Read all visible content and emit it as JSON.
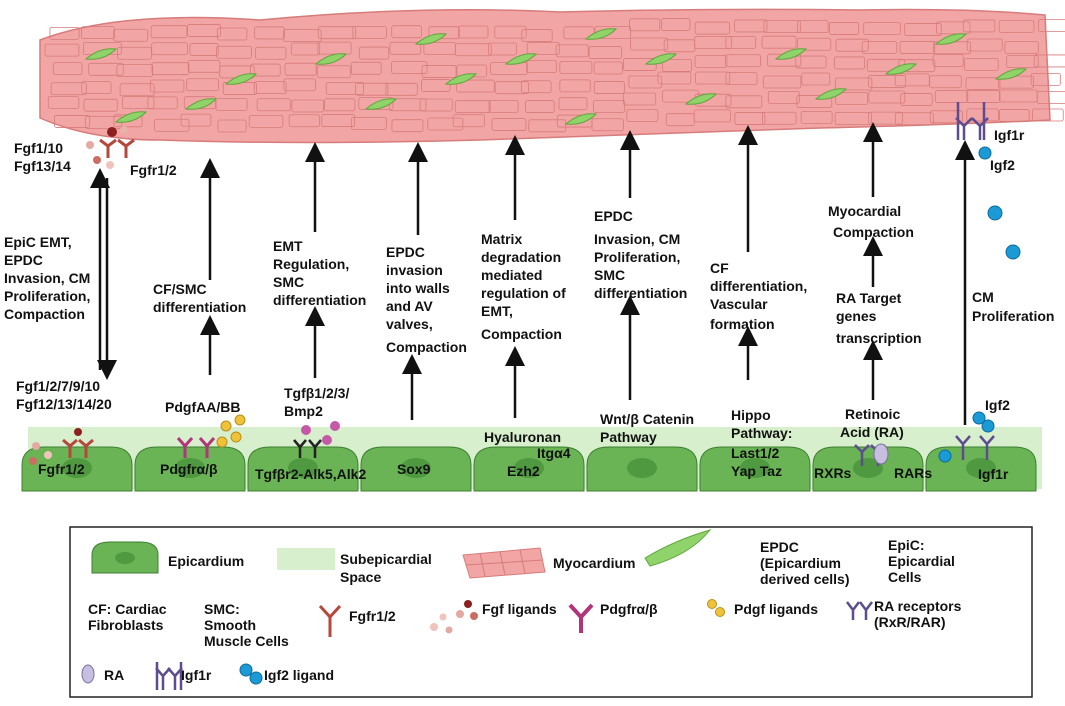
{
  "top_labels": {
    "fgf_ligands_top_l1": "Fgf1/10",
    "fgf_ligands_top_l2": "Fgf13/14",
    "fgfr_top": "Fgfr1/2",
    "igf1r_top": "Igf1r",
    "igf2_top": "Igf2"
  },
  "pathways": [
    {
      "process": [
        "EpiC EMT,",
        "EPDC",
        "Invasion, CM",
        "Proliferation,",
        "Compaction"
      ],
      "ligand": [
        "Fgf1/2/7/9/10",
        "Fgf12/13/14/20"
      ],
      "receptor": [
        "Fgfr1/2"
      ]
    },
    {
      "process": [
        "CF/SMC",
        "differentiation"
      ],
      "ligand": [
        "PdgfAA/BB"
      ],
      "receptor": [
        "Pdgfrα/β"
      ]
    },
    {
      "process": [
        "EMT",
        "Regulation,",
        "SMC",
        "differentiation"
      ],
      "ligand": [
        "Tgfβ1/2/3/",
        "Bmp2"
      ],
      "receptor": [
        "Tgfβr2-Alk5,Alk2"
      ]
    },
    {
      "process": [
        "EPDC",
        "invasion",
        "into walls",
        "and AV",
        "valves,",
        "Compaction"
      ],
      "ligand": [],
      "receptor": [
        "Sox9"
      ]
    },
    {
      "process": [
        "Matrix",
        "degradation",
        "mediated",
        "regulation of",
        "EMT,",
        "Compaction"
      ],
      "ligand": [
        "Hyaluronan"
      ],
      "receptor": [
        "Itgα4",
        "Ezh2"
      ]
    },
    {
      "process": [
        "EPDC",
        "Invasion, CM",
        "Proliferation,",
        "SMC",
        "differentiation"
      ],
      "ligand": [
        "Wnt/β Catenin",
        "Pathway"
      ],
      "receptor": []
    },
    {
      "process": [
        "CF",
        "differentiation,",
        "Vascular",
        "formation"
      ],
      "ligand": [
        "Hippo",
        "Pathway:"
      ],
      "receptor": [
        "Last1/2",
        "Yap Taz"
      ]
    },
    {
      "process_top": [
        "Myocardial",
        "Compaction"
      ],
      "process": [
        "RA Target",
        "genes",
        "transcription"
      ],
      "ligand": [
        "Retinoic",
        "Acid (RA)"
      ],
      "receptor": [
        "RXRs",
        "RARs"
      ]
    },
    {
      "process": [
        "CM",
        "Proliferation"
      ],
      "ligand": [
        "Igf2"
      ],
      "receptor": [
        "Igf1r"
      ]
    }
  ],
  "legend": {
    "epicardium": "Epicardium",
    "subepicardial": [
      "Subepicardial",
      "Space"
    ],
    "myocardium": "Myocardium",
    "epdc": [
      "EPDC",
      "(Epicardium",
      "derived cells)"
    ],
    "epic": [
      "EpiC:",
      "Epicardial",
      "Cells"
    ],
    "cf": [
      "CF: Cardiac",
      "Fibroblasts"
    ],
    "smc": [
      "SMC:",
      "Smooth",
      "Muscle Cells"
    ],
    "fgfr": "Fgfr1/2",
    "fgf_ligands": "Fgf ligands",
    "pdgfr": "Pdgfrα/β",
    "pdgf_ligands": "Pdgf ligands",
    "ra_receptors": [
      "RA receptors",
      "(RxR/RAR)"
    ],
    "ra": "RA",
    "igf1r": "Igf1r",
    "igf2_ligand": "Igf2 ligand"
  },
  "colors": {
    "myocardium": "#f2a5a5",
    "myocardium_line": "#d77b7b",
    "epdc": "#8fd36a",
    "epicardium": "#6ab455",
    "epicardium_nucleus": "#4f9a40",
    "subepicardial": "#d8efcd",
    "fgfr": "#b5473b",
    "pdgfr": "#b0357a",
    "pdgf_ligand": "#f0c23a",
    "tgf_ligand": "#c658a8",
    "ra_receptor": "#5d4d8f",
    "igf2": "#1c9ad6"
  }
}
